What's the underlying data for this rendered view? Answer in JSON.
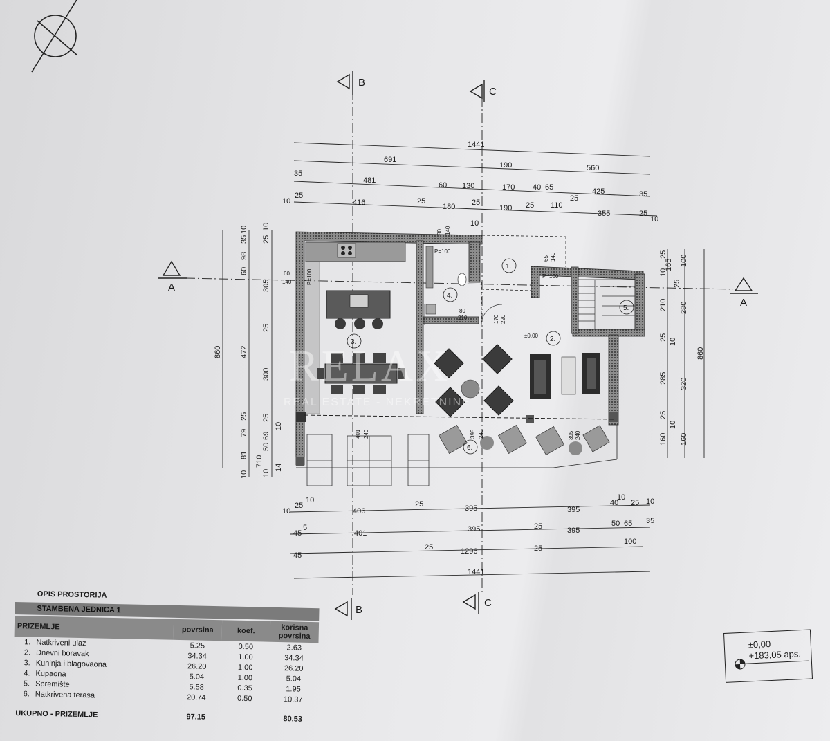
{
  "plan": {
    "section_marks": {
      "a": "A",
      "b": "B",
      "c": "C"
    },
    "rooms": [
      {
        "num": "1."
      },
      {
        "num": "2."
      },
      {
        "num": "3."
      },
      {
        "num": "4."
      },
      {
        "num": "5."
      },
      {
        "num": "6."
      }
    ],
    "dims_top": {
      "overall": "1441",
      "row2": [
        "691",
        "190",
        "560"
      ],
      "row3": [
        "35",
        "481",
        "60",
        "130",
        "170",
        "40",
        "65",
        "425",
        "35"
      ],
      "row4": [
        "10",
        "25",
        "416",
        "25",
        "180",
        "25",
        "190",
        "25",
        "110",
        "25",
        "355",
        "25",
        "10",
        "10"
      ]
    },
    "dims_bottom": {
      "row1": [
        "10",
        "25",
        "10",
        "406",
        "25",
        "395",
        "395",
        "40",
        "10",
        "25",
        "10"
      ],
      "row2": [
        "45",
        "5",
        "401",
        "395",
        "25",
        "395",
        "50",
        "65",
        "35"
      ],
      "row3": [
        "25",
        "25",
        "100"
      ],
      "row4": [
        "45",
        "1296"
      ],
      "overall": "1441"
    },
    "dims_left": {
      "outer": "860",
      "mid": [
        "10",
        "35",
        "98",
        "60",
        "305",
        "25",
        "472",
        "300",
        "25",
        "79",
        "81",
        "10"
      ],
      "inner": [
        "10",
        "25",
        "25",
        "69",
        "50",
        "710",
        "10",
        "14",
        "10"
      ]
    },
    "dims_right": {
      "outer": "860",
      "mid": [
        "100",
        "280",
        "320",
        "160"
      ],
      "inner": [
        "10",
        "25",
        "165",
        "25",
        "210",
        "25",
        "285",
        "25",
        "10",
        "160",
        "10"
      ]
    },
    "inner_labels": [
      "80",
      "140",
      "P=100",
      "60",
      "140",
      "P=100",
      "80",
      "210",
      "170",
      "220",
      "±0.00",
      "65",
      "140",
      "P=100",
      "401",
      "240",
      "395",
      "240",
      "395",
      "240"
    ],
    "watermark": {
      "main": "RELAX",
      "sub": "REAL ESTATE - NEKRETNINE"
    }
  },
  "schedule": {
    "title": "OPIS PROSTORIJA",
    "unit": "STAMBENA JEDNICA 1",
    "section": "PRIZEMLJE",
    "columns": [
      "povrsina",
      "koef.",
      "korisna povrsina"
    ],
    "rows": [
      {
        "n": "1.",
        "name": "Natkriveni ulaz",
        "area": "5.25",
        "coef": "0.50",
        "useful": "2.63"
      },
      {
        "n": "2.",
        "name": "Dnevni boravak",
        "area": "34.34",
        "coef": "1.00",
        "useful": "34.34"
      },
      {
        "n": "3.",
        "name": "Kuhinja i blagovaona",
        "area": "26.20",
        "coef": "1.00",
        "useful": "26.20"
      },
      {
        "n": "4.",
        "name": "Kupaona",
        "area": "5.04",
        "coef": "1.00",
        "useful": "5.04"
      },
      {
        "n": "5.",
        "name": "Spremište",
        "area": "5.58",
        "coef": "0.35",
        "useful": "1.95"
      },
      {
        "n": "6.",
        "name": "Natkrivena terasa",
        "area": "20.74",
        "coef": "0.50",
        "useful": "10.37"
      }
    ],
    "total": {
      "label": "UKUPNO - PRIZEMLJE",
      "area": "97.15",
      "useful": "80.53"
    }
  },
  "elevation": {
    "line1": "±0,00",
    "line2": "+183,05 aps."
  }
}
